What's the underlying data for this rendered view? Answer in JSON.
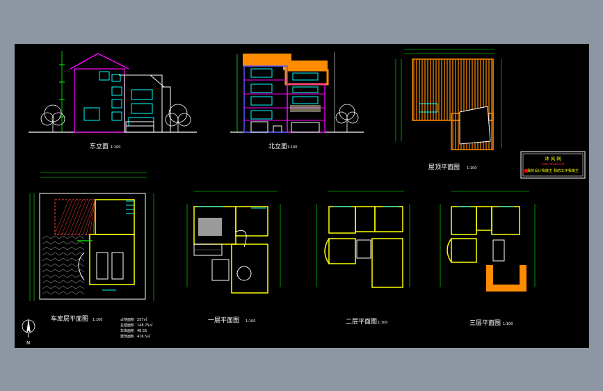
{
  "drawing": {
    "east_elevation": {
      "title": "东立面",
      "scale": "1:100"
    },
    "north_elevation": {
      "title": "北立面",
      "scale": "1:100"
    },
    "roof_plan": {
      "title": "屋顶平面图",
      "scale": "1:100"
    },
    "garage_plan": {
      "title": "车库层平面图",
      "scale": "1:100"
    },
    "floor1_plan": {
      "title": "一层平面图",
      "scale": "1:100"
    },
    "floor2_plan": {
      "title": "二层平面图",
      "scale": "1:100"
    },
    "floor3_plan": {
      "title": "三层平面图",
      "scale": "1:100"
    }
  },
  "stamp": {
    "title": "沐 风 网",
    "url": "www.mfcad.com",
    "slogan": "我的设计我做主 我的工作我做主"
  },
  "area_table": [
    {
      "label": "占地面积",
      "value": "257㎡"
    },
    {
      "label": "总建面积",
      "value": "148.75㎡"
    },
    {
      "label": "车库面积",
      "value": "48.55"
    },
    {
      "label": "建筑面积",
      "value": "416.5㎡"
    }
  ],
  "north_arrow": {
    "label": "N"
  },
  "colors": {
    "background": "#000000",
    "frame": "#8d97a3",
    "cyan": "#00ffff",
    "green": "#00ff00",
    "yellow": "#ffff00",
    "orange": "#ff8c00",
    "magenta": "#ff00ff",
    "red": "#ff0000"
  }
}
